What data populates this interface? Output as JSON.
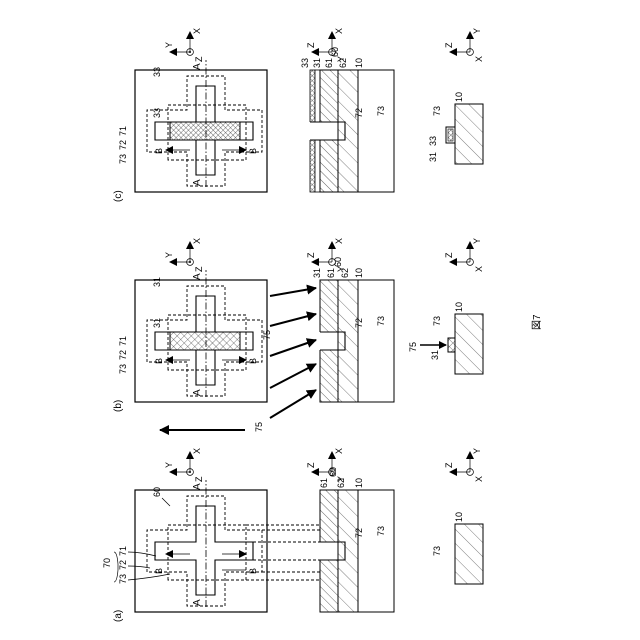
{
  "figure": {
    "caption": "図7",
    "panels": [
      {
        "label": "(a)",
        "plan": {
          "layer": "60",
          "section_a": "A",
          "section_b": "B",
          "group": "70",
          "parts": [
            "71",
            "72",
            "73"
          ],
          "axis_x": "X",
          "axis_y": "Y",
          "axis_z": "Z"
        },
        "section_aa": {
          "labels": [
            "61",
            "62",
            "60",
            "10",
            "72",
            "73"
          ],
          "axis_x": "X",
          "axis_y": "Y",
          "axis_z": "Z"
        },
        "section_bb": {
          "labels": [
            "10",
            "73"
          ],
          "axis_x": "X",
          "axis_y": "Y",
          "axis_z": "Z"
        }
      },
      {
        "label": "(b)",
        "plan": {
          "layer": "31",
          "mask": "31",
          "parts": [
            "71",
            "72",
            "73"
          ],
          "beam": "75",
          "section_a": "A",
          "section_b": "B",
          "axis_x": "X",
          "axis_y": "Y",
          "axis_z": "Z"
        },
        "section_aa": {
          "labels": [
            "31",
            "61",
            "62",
            "60",
            "10",
            "75",
            "72",
            "73"
          ],
          "axis_x": "X",
          "axis_y": "Y",
          "axis_z": "Z"
        },
        "section_bb": {
          "labels": [
            "10",
            "73",
            "31",
            "75"
          ],
          "axis_x": "X",
          "axis_y": "Y",
          "axis_z": "Z"
        }
      },
      {
        "label": "(c)",
        "plan": {
          "layer": "33",
          "fill": "33",
          "parts": [
            "71",
            "72",
            "73"
          ],
          "section_a": "A",
          "section_b": "B",
          "axis_x": "X",
          "axis_y": "Y",
          "axis_z": "Z"
        },
        "section_aa": {
          "labels": [
            "33",
            "31",
            "61",
            "62",
            "60",
            "10",
            "72",
            "73"
          ],
          "axis_x": "X",
          "axis_y": "Y",
          "axis_z": "Z"
        },
        "section_bb": {
          "labels": [
            "10",
            "73",
            "33",
            "31"
          ],
          "axis_x": "X",
          "axis_y": "Y",
          "axis_z": "Z"
        }
      }
    ]
  }
}
